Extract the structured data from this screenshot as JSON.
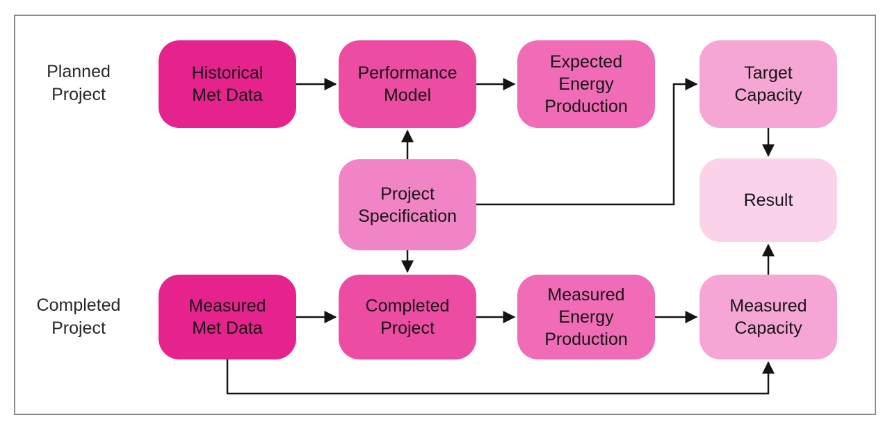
{
  "theme": {
    "frame_border_color": "#8a8a8a",
    "line_color": "#141414",
    "text_color": "#181416",
    "background": "#ffffff"
  },
  "row_labels": [
    {
      "id": "planned-project",
      "text": "Planned\nProject"
    },
    {
      "id": "completed-project",
      "text": "Completed\nProject"
    }
  ],
  "nodes": [
    {
      "id": "historical-met-data",
      "label": "Historical\nMet Data",
      "color": "#e6228d"
    },
    {
      "id": "performance-model",
      "label": "Performance\nModel",
      "color": "#ec4da3"
    },
    {
      "id": "expected-energy-production",
      "label": "Expected\nEnergy\nProduction",
      "color": "#f06cb6"
    },
    {
      "id": "target-capacity",
      "label": "Target\nCapacity",
      "color": "#f5a6d4"
    },
    {
      "id": "project-specification",
      "label": "Project\nSpecification",
      "color": "#f184c4"
    },
    {
      "id": "result",
      "label": "Result",
      "color": "#fad2ea"
    },
    {
      "id": "measured-met-data",
      "label": "Measured\nMet Data",
      "color": "#e6228d"
    },
    {
      "id": "completed-project-node",
      "label": "Completed\nProject",
      "color": "#ec4da3"
    },
    {
      "id": "measured-energy-production",
      "label": "Measured\nEnergy\nProduction",
      "color": "#f06cb6"
    },
    {
      "id": "measured-capacity",
      "label": "Measured\nCapacity",
      "color": "#f5a6d4"
    }
  ],
  "edges": [
    {
      "from": "historical-met-data",
      "to": "performance-model"
    },
    {
      "from": "performance-model",
      "to": "expected-energy-production"
    },
    {
      "from": "project-specification",
      "to": "performance-model"
    },
    {
      "from": "project-specification",
      "to": "target-capacity"
    },
    {
      "from": "project-specification",
      "to": "completed-project-node"
    },
    {
      "from": "target-capacity",
      "to": "result"
    },
    {
      "from": "measured-met-data",
      "to": "completed-project-node"
    },
    {
      "from": "completed-project-node",
      "to": "measured-energy-production"
    },
    {
      "from": "measured-energy-production",
      "to": "measured-capacity"
    },
    {
      "from": "measured-capacity",
      "to": "result"
    },
    {
      "from": "measured-met-data",
      "to": "measured-capacity"
    }
  ]
}
